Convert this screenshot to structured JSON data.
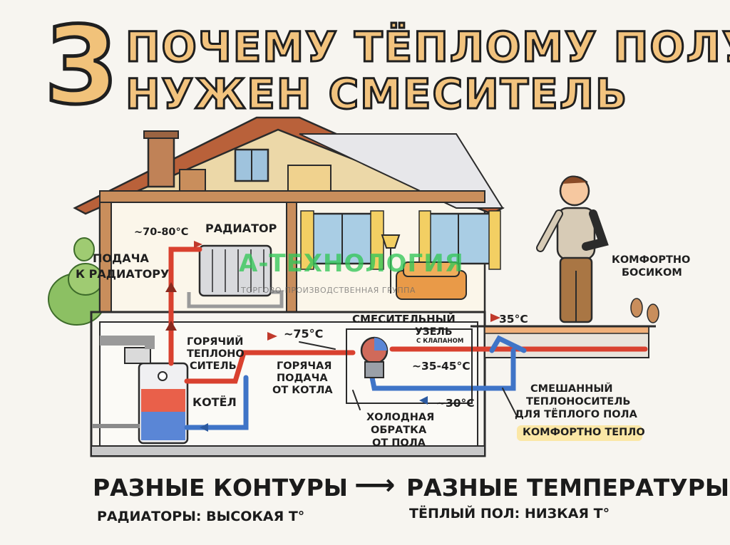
{
  "title": {
    "number": "3",
    "line1": "ПОЧЕМУ ТЁПЛОМУ ПОЛУ",
    "line2": "НУЖЕН СМЕСИТЕЛЬ"
  },
  "labels": {
    "radiator_temp": "~70-80°C",
    "radiator": "РАДИАТОР",
    "supply_radiator_1": "ПОДАЧА",
    "supply_radiator_2": "К РАДИАТОРУ",
    "hot_coolant_1": "ГОРЯЧИЙ",
    "hot_coolant_2": "ТЕПЛОНО",
    "hot_coolant_3": "СИТЕЛЬ",
    "boiler": "КОТЁЛ",
    "boiler_temp": "~75°C",
    "hot_supply_1": "ГОРЯЧАЯ",
    "hot_supply_2": "ПОДАЧА",
    "hot_supply_3": "ОТ КОТЛА",
    "mixing_1": "СМЕСИТЕЛЬНЫЙ",
    "mixing_2": "УЗЕЛЬ",
    "mixing_3": "С КЛАПАНОМ",
    "mix_temp": "~35-45°C",
    "return_temp": "~30°C",
    "cold_return_1": "ХОЛОДНАЯ",
    "cold_return_2": "ОБРАТКА",
    "cold_return_3": "ОТ ПОЛА",
    "floor_temp": "35°C",
    "comfort_bare_1": "КОМФОРТНО",
    "comfort_bare_2": "БОСИКОМ",
    "mixed_1": "СМЕШАННЫЙ",
    "mixed_2": "ТЕПЛОНОСИТЕЛЬ",
    "mixed_3": "ДЛЯ ТЁПЛОГО ПОЛА",
    "comfort_warm": "КОМФОРТНО ТЕПЛО"
  },
  "bottom": {
    "left_heading": "РАЗНЫЕ КОНТУРЫ",
    "arrow": "⟶",
    "right_heading": "РАЗНЫЕ ТЕМПЕРАТУРЫ",
    "left_sub": "РАДИАТОРЫ: ВЫСОКАЯ Т°",
    "right_sub": "ТЁПЛЫЙ ПОЛ: НИЗКАЯ Т°"
  },
  "watermark": {
    "name": "А-ТЕХНОЛОГИЯ",
    "tagline": "ТОРГОВО-ПРОИЗВОДСТВЕННАЯ ГРУППА"
  },
  "colors": {
    "hot_pipe": "#d9412f",
    "cold_pipe": "#3f74c7",
    "title_fill": "#f2c37e",
    "watermark": "#34c759"
  }
}
